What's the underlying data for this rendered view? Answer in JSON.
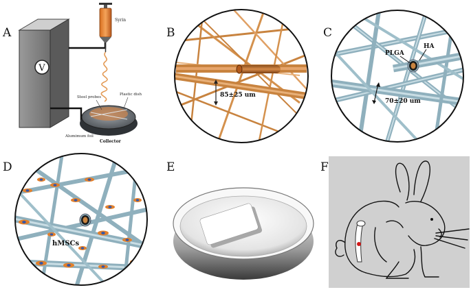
{
  "panels": {
    "a": {
      "letter": "A",
      "voltage_symbol": "V",
      "syringe_label": "Syrin",
      "steel_probes_label": "Steel probes",
      "plastic_dish_label": "Plastic dish",
      "aluminium_foil_label": "Alumimum foil",
      "collector_label": "Collector"
    },
    "b": {
      "letter": "B",
      "diameter_label": "85±25 um"
    },
    "c": {
      "letter": "C",
      "plga_label": "PLGA",
      "ha_label": "HA",
      "diameter_label": "70±20 um"
    },
    "d": {
      "letter": "D",
      "cells_label": "hMSCs"
    },
    "e": {
      "letter": "E"
    },
    "f": {
      "letter": "F"
    }
  },
  "colors": {
    "fiber_copper": "#c8833f",
    "fiber_copper_light": "#e8b078",
    "fiber_steel": "#8fb0bd",
    "fiber_steel_light": "#c9dde4",
    "cell_orange": "#e2802c",
    "cell_blue": "#3657a7",
    "panel_f_bg": "#d0d0d0",
    "dot_red": "#d01818"
  }
}
